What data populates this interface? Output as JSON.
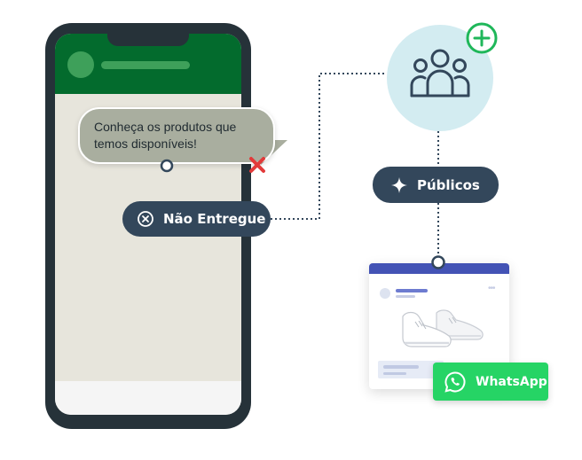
{
  "chat": {
    "message_line1": "Conheça os produtos que",
    "message_line2": "temos disponíveis!"
  },
  "status": {
    "not_delivered_label": "Não Entregue"
  },
  "audience": {
    "label": "Públicos"
  },
  "channel": {
    "whatsapp_label": "WhatsApp"
  },
  "colors": {
    "brand_green": "#036b2d",
    "pill_navy": "#33475b",
    "whatsapp_green": "#26d465",
    "error_red": "#e23a3a",
    "audience_bg": "#d3ecf1",
    "card_accent": "#4353b5"
  },
  "icons": {
    "close_circle": "x-circle-icon",
    "error_mark": "x-mark-icon",
    "sparkle": "sparkle-icon",
    "audience": "users-group-icon",
    "add": "plus-circle-icon",
    "product": "sneakers-image",
    "whatsapp": "whatsapp-icon"
  }
}
